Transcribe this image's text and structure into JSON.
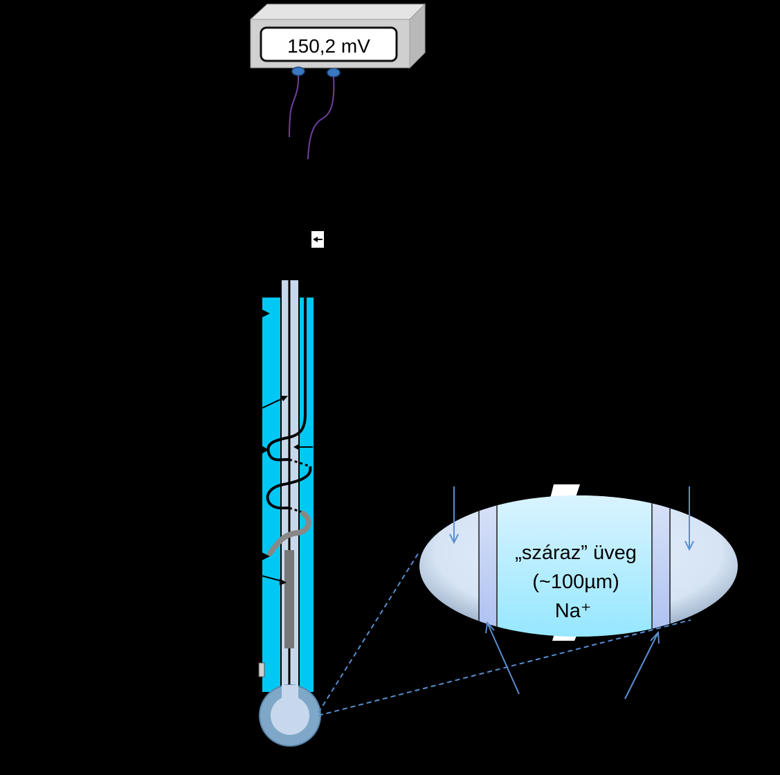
{
  "meter": {
    "reading": "150,2 mV"
  },
  "detail": {
    "line1": "„száraz” üveg",
    "line2": "(~100µm)",
    "line3": "Na⁺"
  },
  "colors": {
    "background": "#000000",
    "solution": "#00c8f5",
    "tube": "#c8d8ec",
    "bulb": "#7fa8c8",
    "meter_face": "#d4d4d4",
    "wire": "#7040a0",
    "terminal": "#3a78c0",
    "arrow": "#5a8fd0"
  }
}
